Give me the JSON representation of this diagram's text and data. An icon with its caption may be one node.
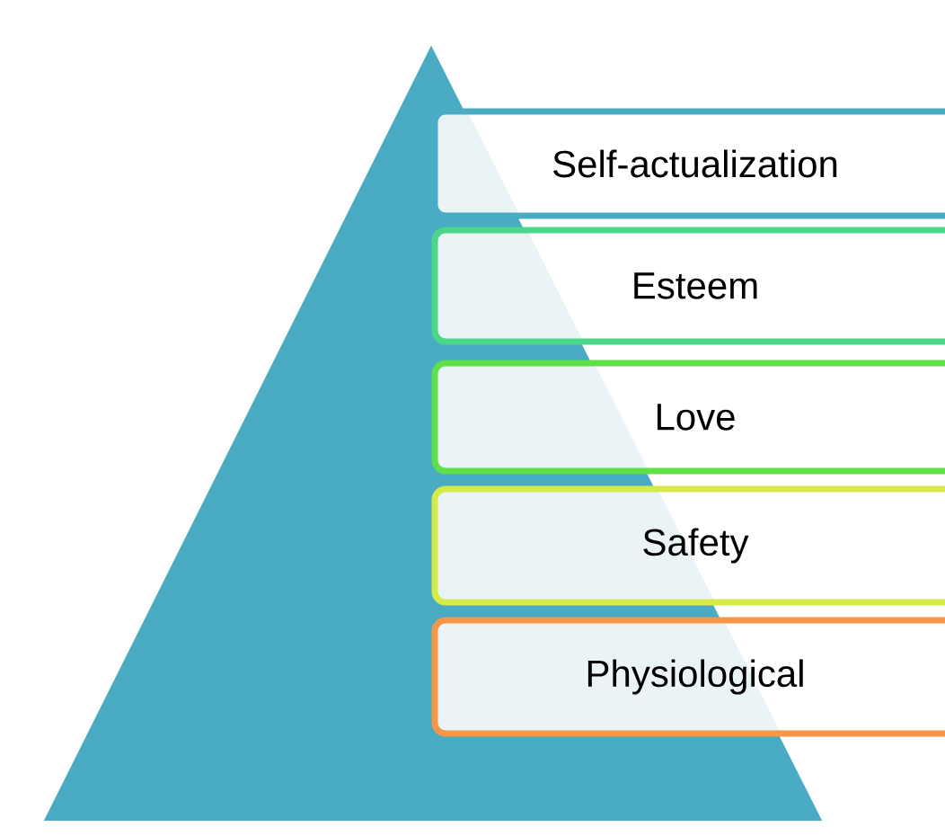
{
  "diagram": {
    "nodes": [
      {
        "text": [],
        "shape": "triangle"
      },
      {
        "text": [
          "Self-actualization"
        ]
      },
      {
        "text": [
          "Esteem"
        ]
      },
      {
        "text": [
          "Love"
        ]
      },
      {
        "text": [
          "Safety"
        ]
      },
      {
        "text": [
          "Physiological"
        ]
      }
    ]
  }
}
